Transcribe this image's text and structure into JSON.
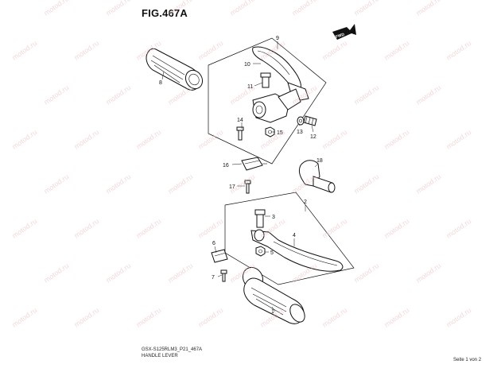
{
  "figure": {
    "title": "FIG.467A",
    "code": "GSX-S125RLM3_P21_467A",
    "name": "HANDLE LEVER",
    "page": "Seite 1 von 2",
    "watermark": "motod.ru",
    "fwd": "FWD"
  },
  "callouts": [
    "9",
    "10",
    "11",
    "14",
    "15",
    "13",
    "12",
    "8",
    "16",
    "18",
    "17",
    "2",
    "3",
    "4",
    "5",
    "6",
    "7",
    "1"
  ]
}
